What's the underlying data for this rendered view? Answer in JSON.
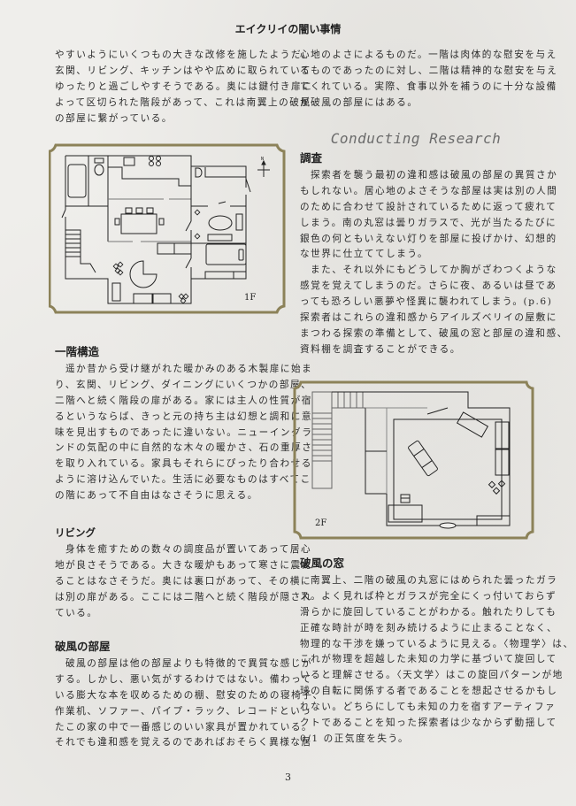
{
  "header": {
    "title": "エイクリイの闇い事情"
  },
  "left": {
    "intro_lines": [
      "やすいようにいくつもの大きな改修を施したようだ。",
      "玄関、リビング、キッチンはやや広めに取られていて",
      "ゆったりと過ごしやすそうである。奥には鍵付き扉に",
      "よって区切られた階段があって、これは南翼上の破風",
      "の部屋に繋がっている。"
    ],
    "floor1": {
      "label": "1F",
      "compass": "N"
    },
    "sec1": {
      "heading": "一階構造",
      "lines": [
        "遥か昔から受け継がれた暖かみのある木製扉に始ま",
        "り、玄関、リビング、ダイニングにいくつかの部屋、",
        "二階へと続く階段の扉がある。家には主人の性質が宿",
        "るというならば、きっと元の持ち主は幻想と調和に意",
        "味を見出すものであったに違いない。ニューイングラ",
        "ンドの気配の中に自然的な木々の暖かさ、石の重厚さ",
        "を取り入れている。家具もそれらにぴったり合わせる",
        "ように溶け込んでいた。生活に必要なものはすべてこ",
        "の階にあって不自由はなさそうに思える。"
      ]
    },
    "sec2": {
      "heading": "リビング",
      "lines": [
        "身体を癒すための数々の調度品が置いてあって居心",
        "地が良さそうである。大きな暖炉もあって寒さに震え",
        "ることはなさそうだ。奥には裏口があって、その横に",
        "は別の扉がある。ここには二階へと続く階段が隠され",
        "ている。"
      ]
    },
    "sec3": {
      "heading": "破風の部屋",
      "lines": [
        "破風の部屋は他の部屋よりも特徴的で異質な感じが",
        "する。しかし、悪い気がするわけではない。備わって",
        "いる膨大な本を収めるための棚、慰安のための寝椅子、",
        "作業机、ソファー、パイプ・ラック、レコードといっ",
        "たこの家の中で一番感じのいい家具が置かれている。",
        "それでも違和感を覚えるのであればおそらく異様な居"
      ]
    }
  },
  "right": {
    "intro_lines": [
      "心地のよさによるものだ。一階は肉体的な慰安を与え",
      "るものであったのに対し、二階は精神的な慰安を与え",
      "てくれている。実際、食事以外を補うのに十分な設備",
      "が破風の部屋にはある。"
    ],
    "section_banner": "Conducting Research",
    "sec1": {
      "heading": "調査",
      "lines": [
        "探索者を襲う最初の違和感は破風の部屋の異質さか",
        "もしれない。居心地のよさそうな部屋は実は別の人間",
        "のために合わせて設計されているために返って疲れて",
        "しまう。南の丸窓は曇りガラスで、光が当たるたびに",
        "銀色の何ともいえない灯りを部屋に投げかけ、幻想的",
        "な世界に仕立ててしまう。"
      ],
      "lines2": [
        "また、それ以外にもどうしてか胸がざわつくような",
        "感覚を覚えてしまうのだ。さらに夜、あるいは昼であ",
        "っても恐ろしい悪夢や怪異に襲われてしまう。(p.6)",
        "探索者はこれらの違和感からアイルズベリイの屋敷に",
        "まつわる探索の準備として、破風の窓と部屋の違和感、",
        "資料棚を調査することができる。"
      ]
    },
    "floor2": {
      "label": "2F"
    },
    "sec2": {
      "heading": "破風の窓",
      "lines": [
        "南翼上、二階の破風の丸窓にはめられた曇ったガラ",
        "ス。よく見れば枠とガラスが完全にくっ付いておらず",
        "滑らかに旋回していることがわかる。触れたりしても",
        "正確な時計が時を刻み続けるように止まることなく、",
        "物理的な干渉を嫌っているように見える。〈物理学〉は、",
        "これが物理を超越した未知の力学に基づいて旋回して",
        "いると理解させる。〈天文学〉はこの旋回パターンが地",
        "球の自転に関係する者であることを想起させるかもし",
        "れない。どちらにしても未知の力を宿すアーティファ",
        "クトであることを知った探索者は少なからず動揺して",
        "0/1 の正気度を失う。"
      ]
    }
  },
  "footer": {
    "page_number": "3"
  },
  "colors": {
    "frame": "#8c8259",
    "background": "#efeeeb",
    "text": "#2a2a2a"
  }
}
